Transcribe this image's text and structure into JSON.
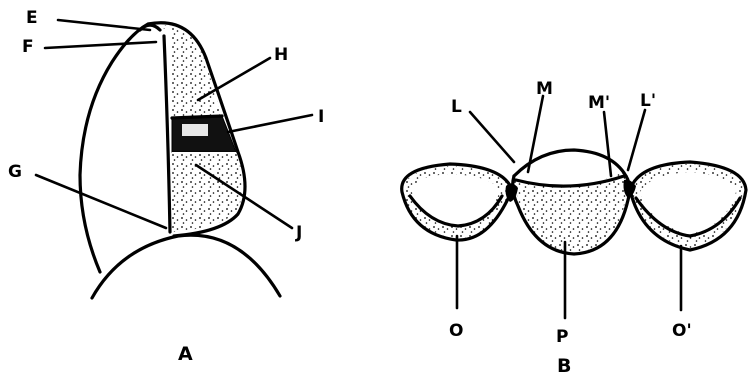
{
  "figure_a": {
    "caption": "A",
    "labels": {
      "e": "E",
      "f": "F",
      "g": "G",
      "h": "H",
      "i": "I",
      "j": "J"
    }
  },
  "figure_b": {
    "caption": "B",
    "labels": {
      "l": "L",
      "l_prime": "L'",
      "m": "M",
      "m_prime": "M'",
      "o": "O",
      "o_prime": "O'",
      "p": "P"
    }
  }
}
